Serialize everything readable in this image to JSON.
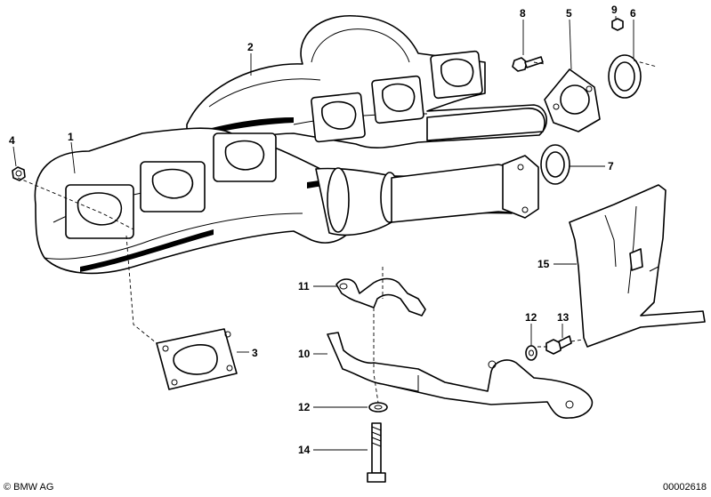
{
  "callouts": {
    "c1": "1",
    "c2": "2",
    "c3": "3",
    "c4": "4",
    "c5": "5",
    "c6": "6",
    "c7": "7",
    "c8": "8",
    "c9": "9",
    "c10": "10",
    "c11": "11",
    "c12a": "12",
    "c12b": "12",
    "c13": "13",
    "c14": "14",
    "c15": "15"
  },
  "footer": {
    "copyright": "© BMW AG",
    "drawing_number": "00002618"
  }
}
